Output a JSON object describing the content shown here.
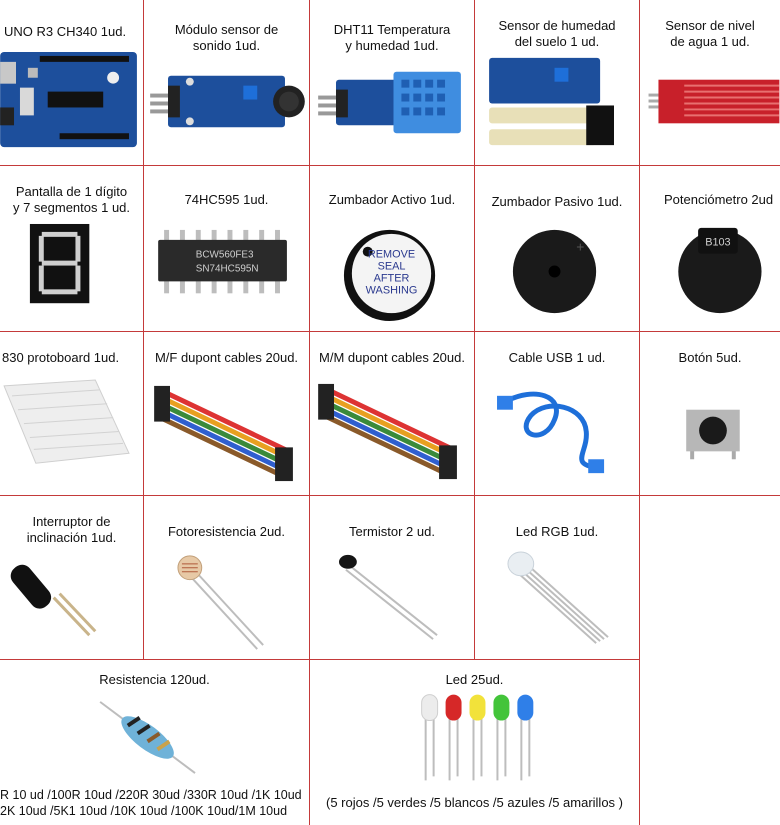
{
  "items": [
    {
      "label": "UNO R3 CH340 1ud."
    },
    {
      "label": "Módulo sensor de\nsonido 1ud."
    },
    {
      "label": "DHT11 Temperatura\ny humedad 1ud."
    },
    {
      "label": "Sensor de humedad\ndel suelo 1 ud."
    },
    {
      "label": "Sensor de nivel\nde agua 1 ud."
    },
    {
      "label": "Pantalla de 1 dígito\ny 7 segmentos 1 ud."
    },
    {
      "label": "74HC595 1ud."
    },
    {
      "label": "Zumbador Activo 1ud."
    },
    {
      "label": "Zumbador Pasivo 1ud."
    },
    {
      "label": "Potenciómetro 2ud"
    },
    {
      "label": "830 protoboard 1ud."
    },
    {
      "label": "M/F dupont cables 20ud."
    },
    {
      "label": "M/M dupont cables 20ud."
    },
    {
      "label": "Cable USB 1 ud."
    },
    {
      "label": "Botón 5ud."
    },
    {
      "label": "Interruptor de\ninclinación 1ud."
    },
    {
      "label": "Fotoresistencia 2ud."
    },
    {
      "label": "Termistor 2 ud."
    },
    {
      "label": "Led RGB 1ud."
    },
    {
      "label": "Resistencia 120ud.",
      "note": "R 10 ud /100R 10ud /220R 30ud /330R 10ud /1K 10ud\n2K 10ud /5K1 10ud /10K 10ud /100K 10ud/1M 10ud"
    },
    {
      "label": "Led 25ud.",
      "note": "(5 rojos /5 verdes /5 blancos /5 azules /5 amarillos )"
    }
  ],
  "chip_text": {
    "line1": "BCW560FE3",
    "line2": "SN74HC595N"
  },
  "buzzer_text": {
    "line1": "REMOVE",
    "line2": "SEAL",
    "line3": "AFTER",
    "line4": "WASHING"
  },
  "pot_text": "B103",
  "colors": {
    "border": "#c43a3a",
    "board_blue": "#1d4f9c",
    "water_red": "#c8202a"
  }
}
